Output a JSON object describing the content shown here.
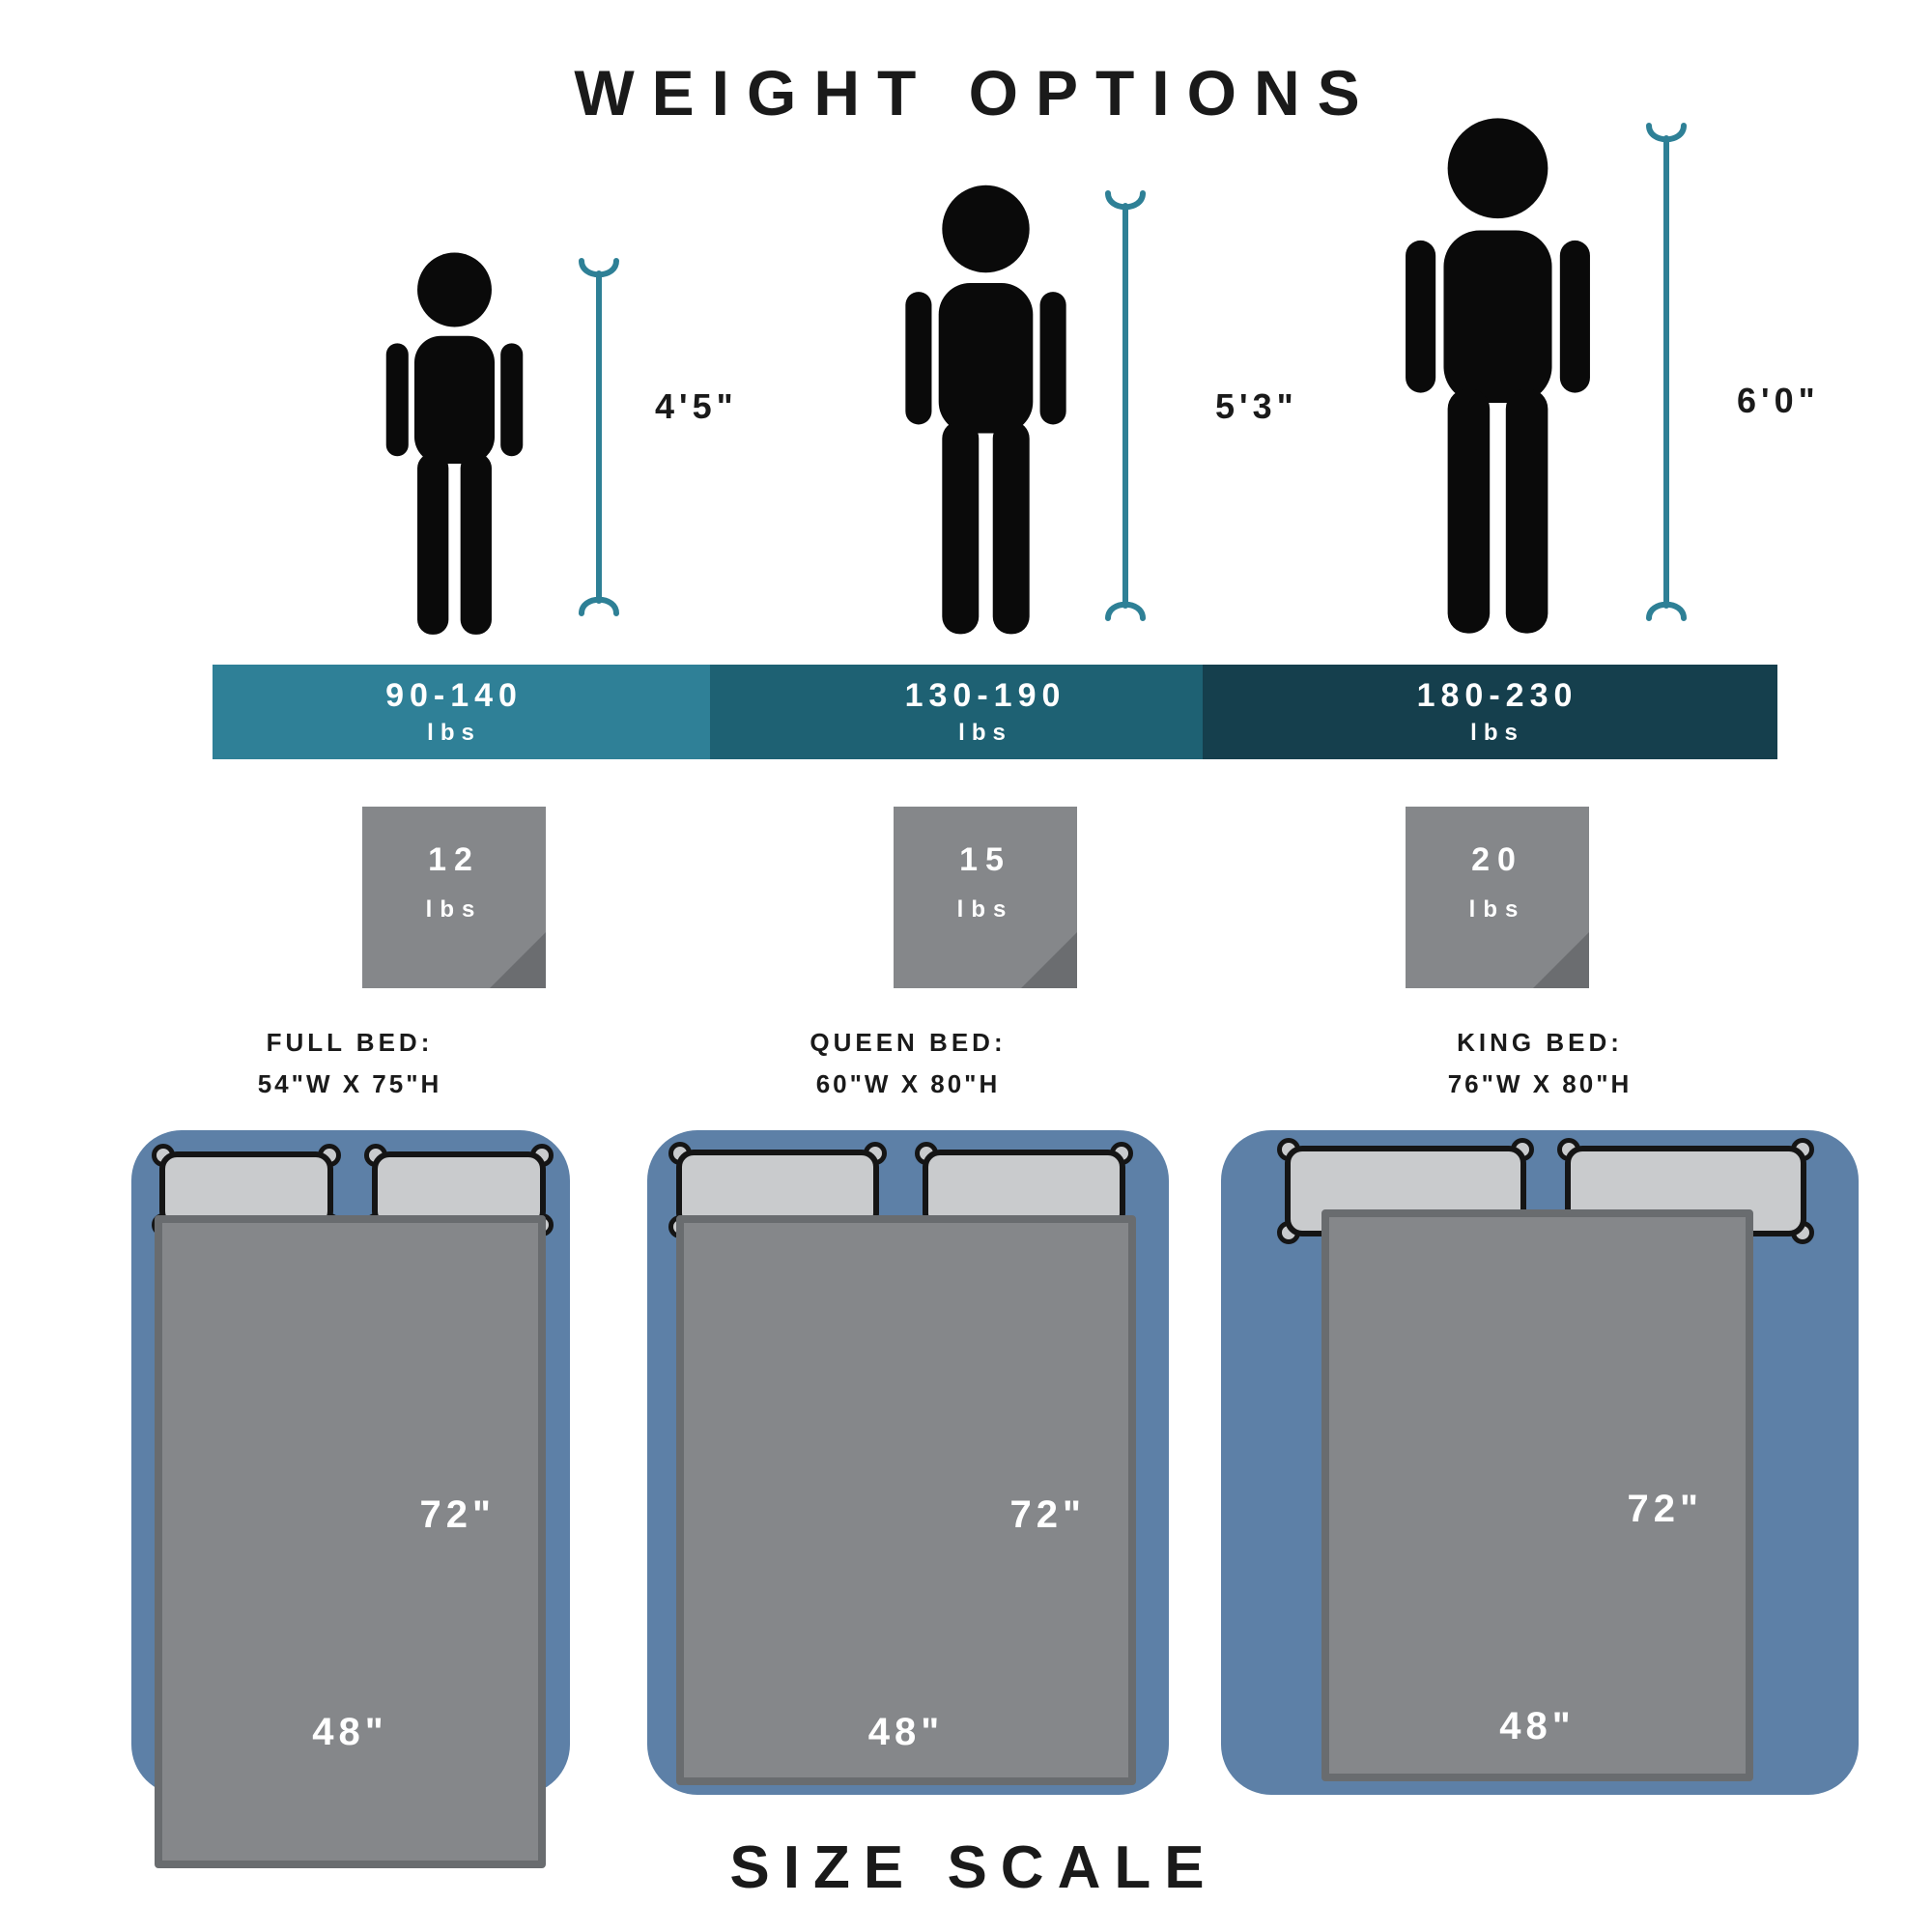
{
  "title": "WEIGHT OPTIONS",
  "footer_title": "SIZE SCALE",
  "people": [
    {
      "height_label": "4'5\"",
      "icon": "person-silhouette-small"
    },
    {
      "height_label": "5'3\"",
      "icon": "person-silhouette-medium"
    },
    {
      "height_label": "6'0\"",
      "icon": "person-silhouette-large"
    }
  ],
  "weight_ranges": [
    {
      "range": "90-140",
      "unit": "lbs",
      "color": "#2F8097"
    },
    {
      "range": "130-190",
      "unit": "lbs",
      "color": "#1E6173"
    },
    {
      "range": "180-230",
      "unit": "lbs",
      "color": "#153F4D"
    }
  ],
  "blanket_weights": [
    {
      "value": "12",
      "unit": "lbs"
    },
    {
      "value": "15",
      "unit": "lbs"
    },
    {
      "value": "20",
      "unit": "lbs"
    }
  ],
  "beds": [
    {
      "name": "FULL BED:",
      "dimensions": "54\"W X 75\"H",
      "blanket_length": "72\"",
      "blanket_width": "48\""
    },
    {
      "name": "QUEEN BED:",
      "dimensions": "60\"W X 80\"H",
      "blanket_length": "72\"",
      "blanket_width": "48\""
    },
    {
      "name": "KING BED:",
      "dimensions": "76\"W X 80\"H",
      "blanket_length": "72\"",
      "blanket_width": "48\""
    }
  ],
  "colors": {
    "measure_line": "#2E8096",
    "bar_segment_1": "#2F8097",
    "bar_segment_2": "#1E6173",
    "bar_segment_3": "#153F4D",
    "blanket_square": "#85878A",
    "blanket_fold": "#6B6D70",
    "bed_blue": "#5D80A7",
    "bed_blanket": "#85878A",
    "pillow": "#C9CBCD",
    "figure": "#0A0A0A",
    "text_dark": "#1A1A1A",
    "text_light": "#FFFFFF"
  },
  "icons": {
    "person": "person-silhouette",
    "measure": "height-measure-bracket",
    "blanket_square": "folded-blanket",
    "bed": "bed-top-view",
    "pillow": "pillow"
  }
}
